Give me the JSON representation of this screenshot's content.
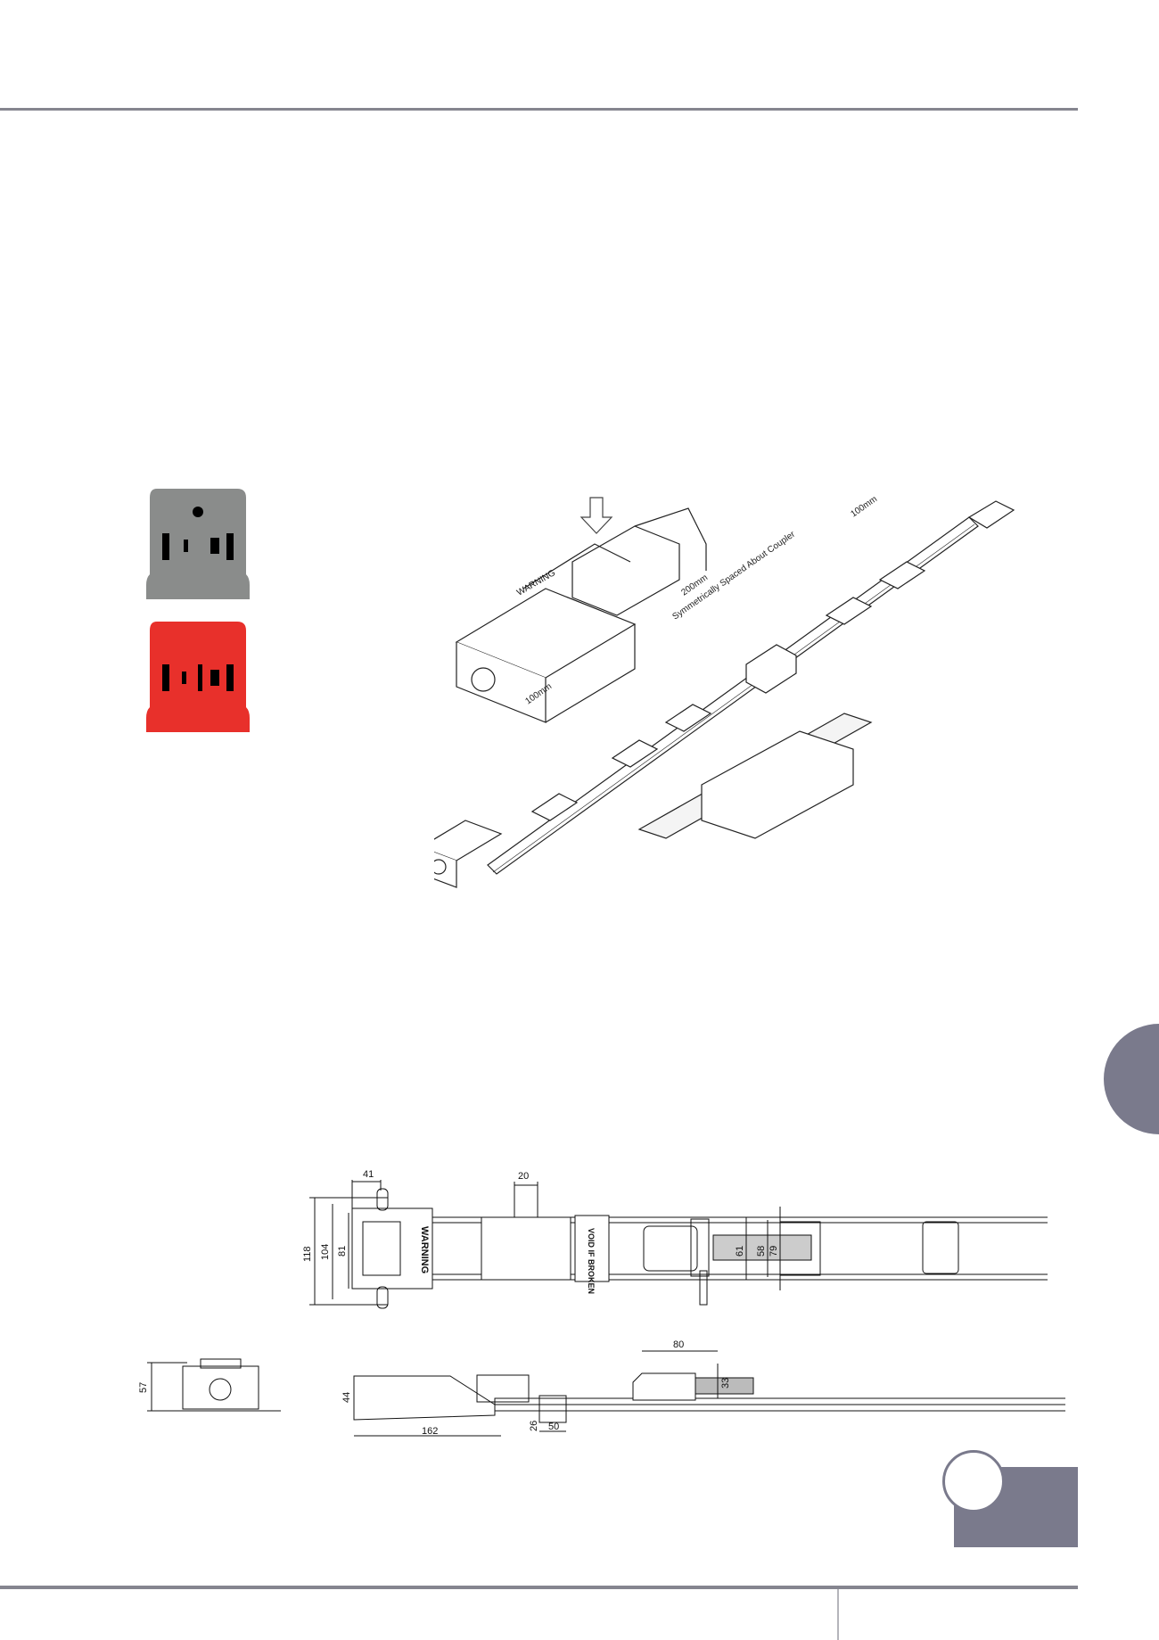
{
  "colors": {
    "rule": "#85858f",
    "tab": "#7a7a8c",
    "outlet_grey": "#8a8c8b",
    "outlet_red": "#e8302b"
  },
  "outlets": [
    {
      "name": "grey-outlet",
      "color": "#8a8c8b"
    },
    {
      "name": "red-outlet",
      "color": "#e8302b"
    }
  ],
  "illustration": {
    "labels": [
      "100mm",
      "200mm",
      "Symmetrically Spaced About Coupler",
      "100mm"
    ],
    "warning": "WARNING"
  },
  "plan_view": {
    "dims": [
      "41",
      "20",
      "118",
      "104",
      "81",
      "61",
      "58",
      "79"
    ],
    "labels": [
      "WARNING",
      "VOID IF BROKEN"
    ]
  },
  "end_view": {
    "dims": [
      "57"
    ]
  },
  "side_view": {
    "dims": [
      "80",
      "33",
      "44",
      "162",
      "26",
      "50"
    ]
  }
}
